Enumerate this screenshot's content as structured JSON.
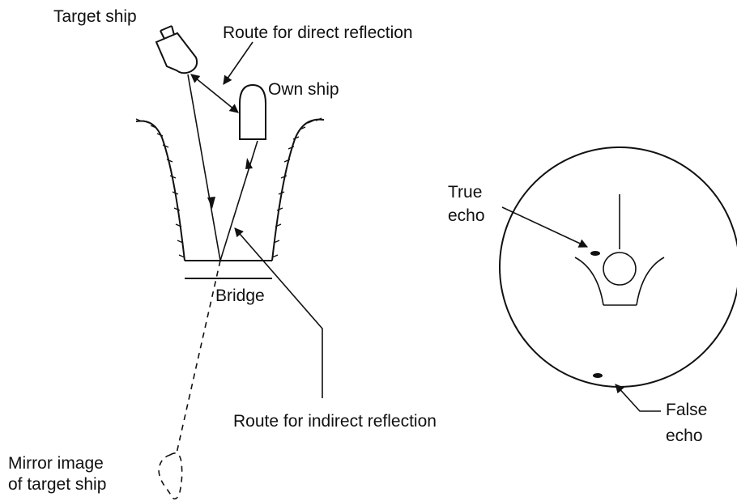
{
  "labels": {
    "target_ship": "Target ship",
    "direct_route": "Route for direct reflection",
    "own_ship": "Own ship",
    "bridge": "Bridge",
    "indirect_route": "Route for indirect reflection",
    "mirror_line1": "Mirror image",
    "mirror_line2": "of target ship",
    "true_echo_line1": "True",
    "true_echo_line2": "echo",
    "false_echo_line1": "False",
    "false_echo_line2": "echo"
  },
  "colors": {
    "ink": "#111111",
    "background": "#ffffff"
  }
}
